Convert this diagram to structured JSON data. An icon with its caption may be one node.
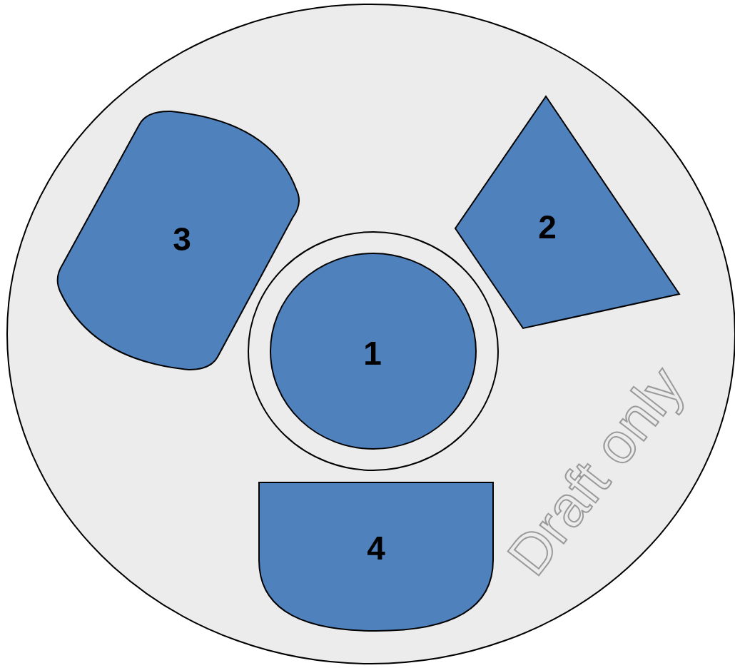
{
  "diagram": {
    "nodes": [
      {
        "text": [],
        "shape": "circle"
      },
      {
        "text": [
          "3"
        ],
        "in": 0
      },
      {
        "text": [
          "2"
        ],
        "in": 0
      },
      {
        "text": [],
        "shape": "circle",
        "in": 0
      },
      {
        "text": [
          "1"
        ],
        "in": 3
      },
      {
        "text": [
          "4"
        ],
        "in": 0
      }
    ],
    "labels": [
      "Draft only"
    ]
  }
}
